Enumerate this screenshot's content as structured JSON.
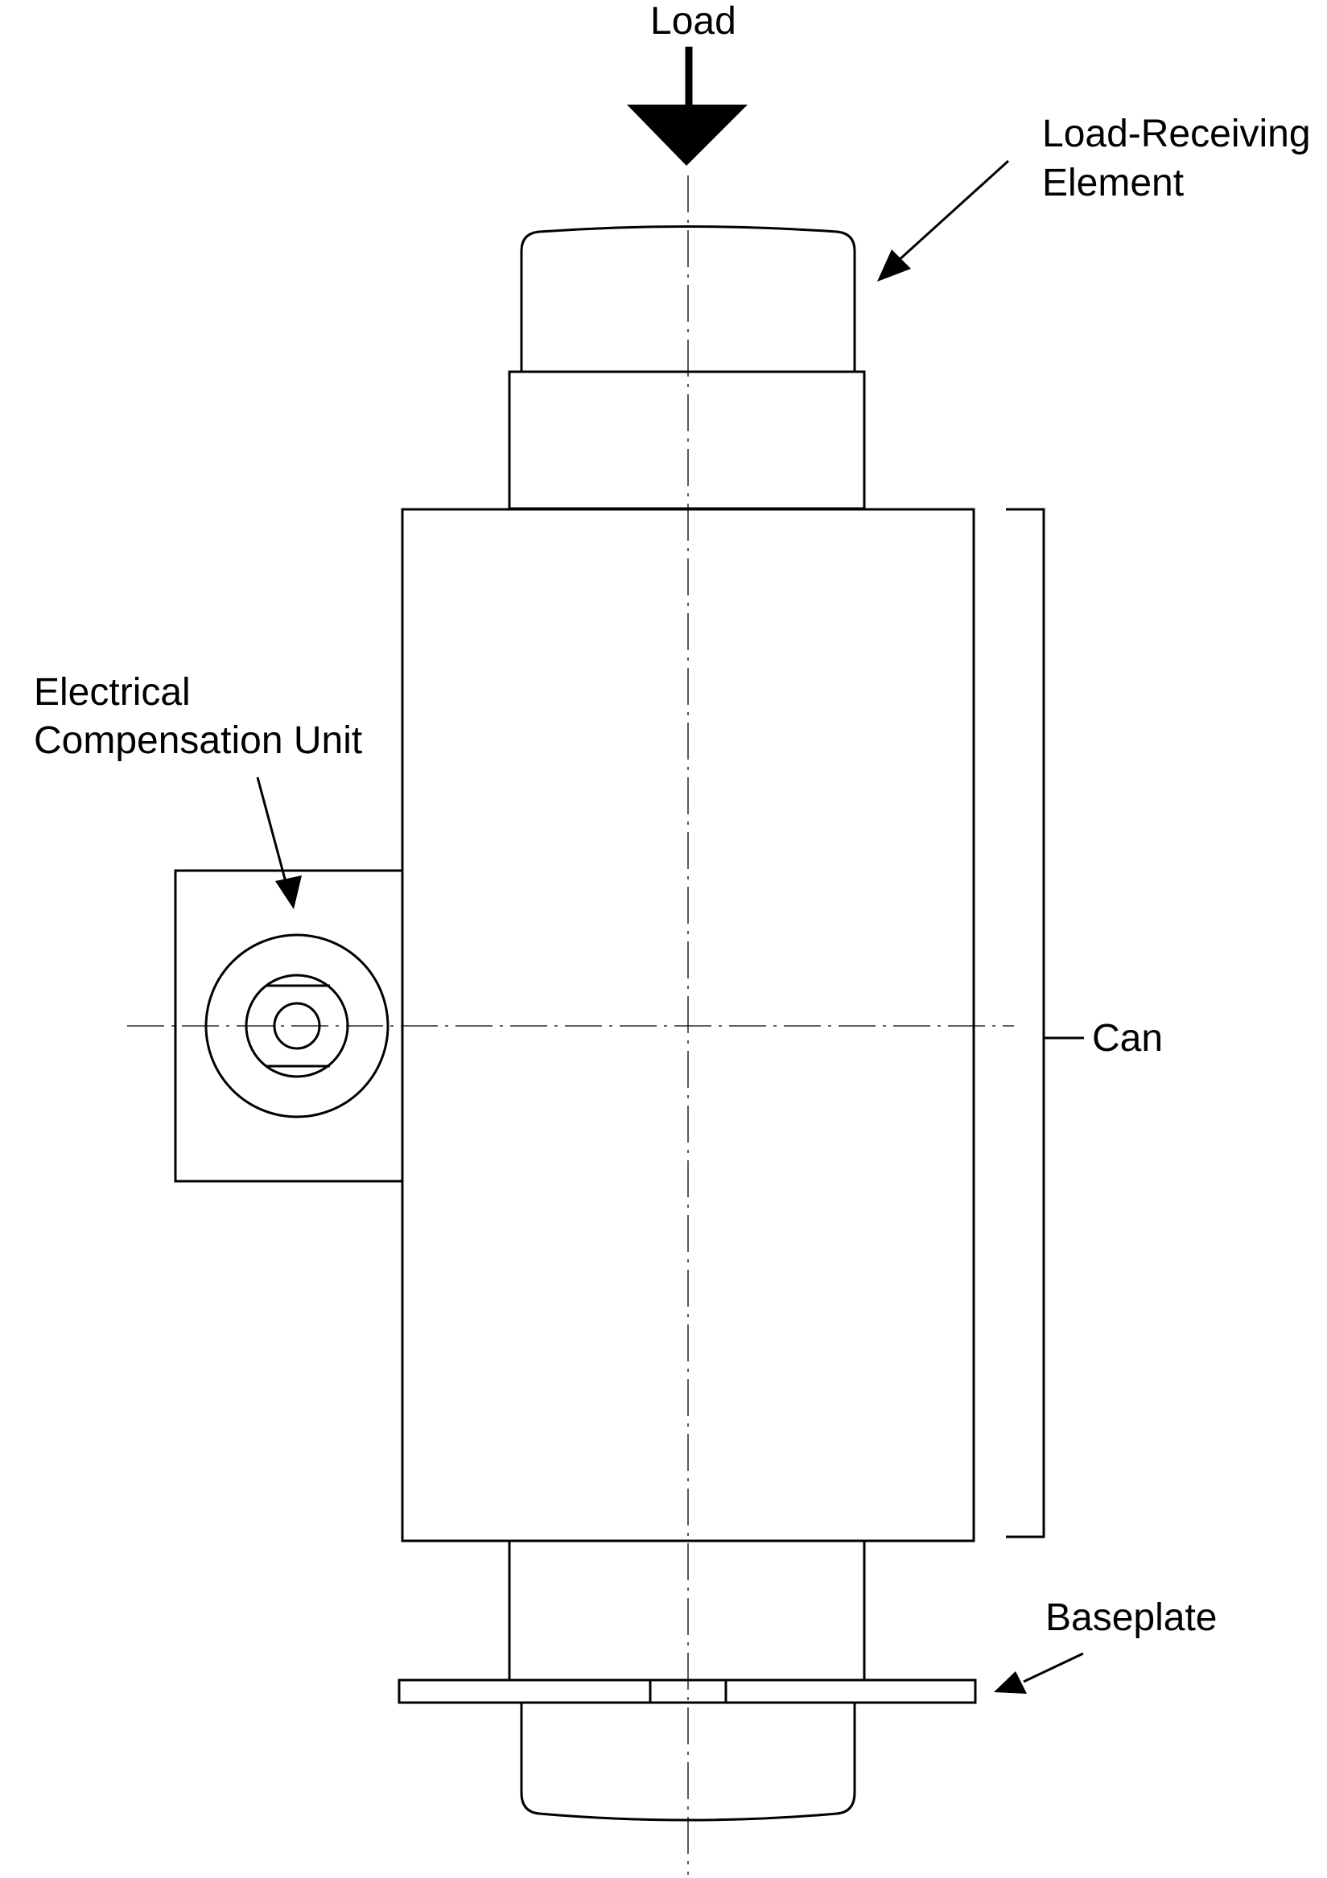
{
  "labels": {
    "load": "Load",
    "load_receiving_line1": "Load-Receiving",
    "load_receiving_line2": "Element",
    "ecu_line1": "Electrical",
    "ecu_line2": "Compensation Unit",
    "can": "Can",
    "baseplate": "Baseplate"
  },
  "colors": {
    "stroke": "#000000",
    "background": "#ffffff"
  }
}
